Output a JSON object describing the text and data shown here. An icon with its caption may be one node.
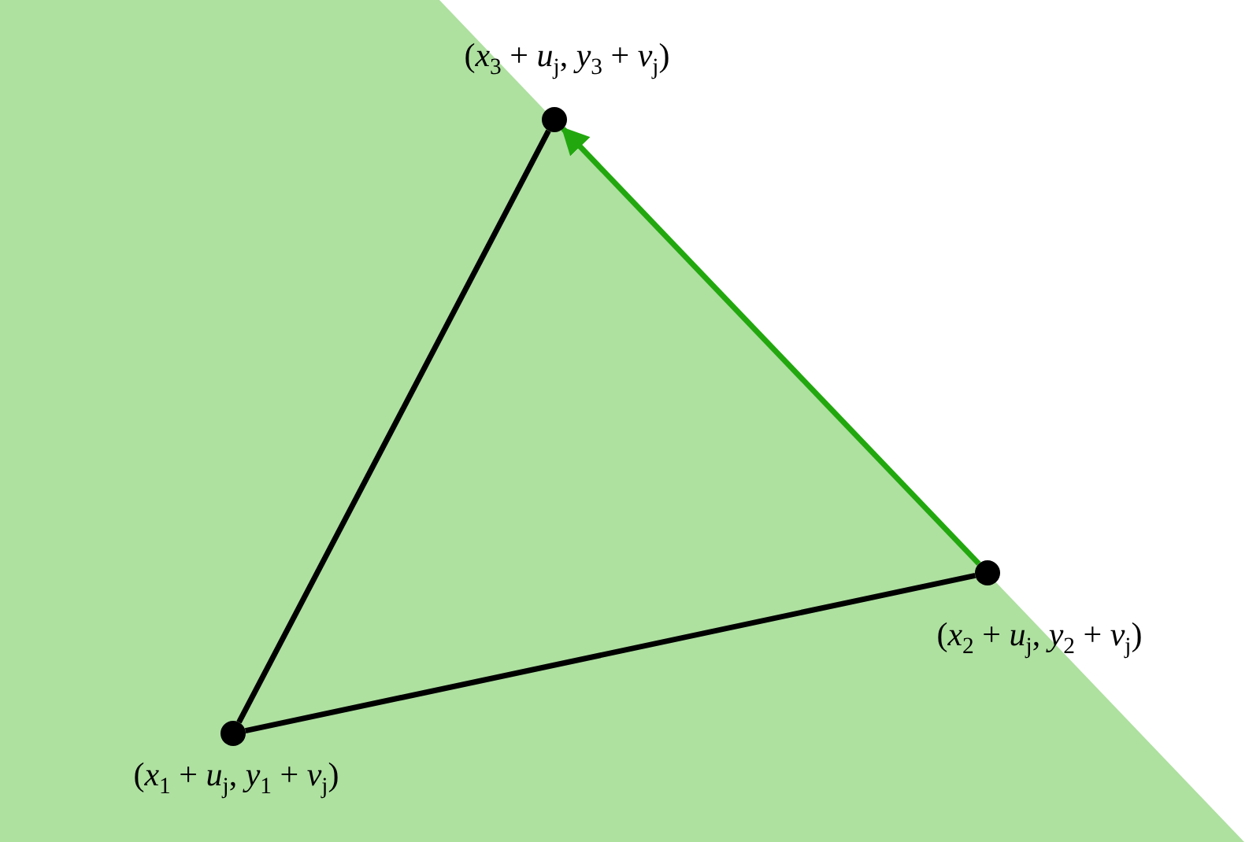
{
  "diagram": {
    "nodes": [
      {
        "text": [],
        "shape": "circle",
        "beside": [
          "(*x*$_{3}$ + *u*$_{j}$, *y*$_{3}$ + *v*$_{j}$)"
        ]
      },
      {
        "text": [],
        "shape": "circle",
        "beside": [
          "(*x*$_{2}$ + *u*$_{j}$, *y*$_{2}$ + *v*$_{j}$)"
        ]
      },
      {
        "text": [],
        "shape": "circle",
        "beside": [
          "(*x*$_{1}$ + *u*$_{j}$, *y*$_{1}$ + *v*$_{j}$)"
        ]
      }
    ],
    "edges": [
      {
        "from": 2,
        "to": 0,
        "arrow": "none"
      },
      {
        "from": 2,
        "to": 1,
        "arrow": "none"
      },
      {
        "from": 1,
        "to": 0,
        "arrow": "to",
        "color": "#22a80e"
      }
    ]
  }
}
